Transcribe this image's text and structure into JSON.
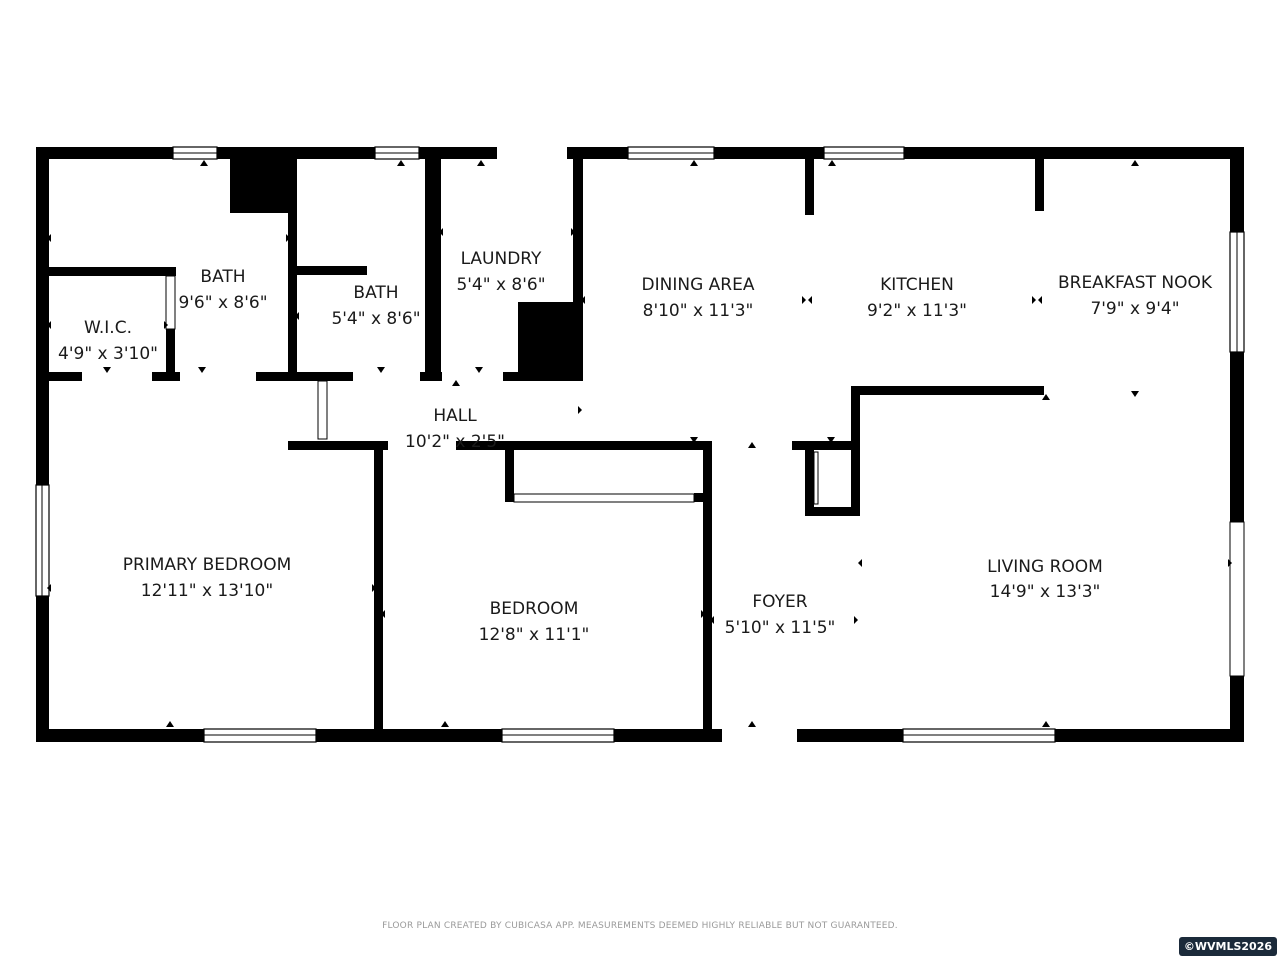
{
  "rooms": {
    "bath_1": {
      "name": "BATH",
      "dims": "9'6\" x 8'6\""
    },
    "wic": {
      "name": "W.I.C.",
      "dims": "4'9\" x 3'10\""
    },
    "bath_2": {
      "name": "BATH",
      "dims": "5'4\" x 8'6\""
    },
    "laundry": {
      "name": "LAUNDRY",
      "dims": "5'4\" x 8'6\""
    },
    "dining": {
      "name": "DINING AREA",
      "dims": "8'10\" x 11'3\""
    },
    "kitchen": {
      "name": "KITCHEN",
      "dims": "9'2\" x 11'3\""
    },
    "nook": {
      "name": "BREAKFAST NOOK",
      "dims": "7'9\" x 9'4\""
    },
    "hall": {
      "name": "HALL",
      "dims": "10'2\" x 2'5\""
    },
    "primary": {
      "name": "PRIMARY BEDROOM",
      "dims": "12'11\" x 13'10\""
    },
    "bedroom": {
      "name": "BEDROOM",
      "dims": "12'8\" x 11'1\""
    },
    "foyer": {
      "name": "FOYER",
      "dims": "5'10\" x 11'5\""
    },
    "living": {
      "name": "LIVING ROOM",
      "dims": "14'9\" x 13'3\""
    }
  },
  "footer": {
    "note": "FLOOR PLAN CREATED BY CUBICASA APP. MEASUREMENTS DEEMED HIGHLY RELIABLE BUT NOT GUARANTEED.",
    "copyright": "©WVMLS2026"
  }
}
